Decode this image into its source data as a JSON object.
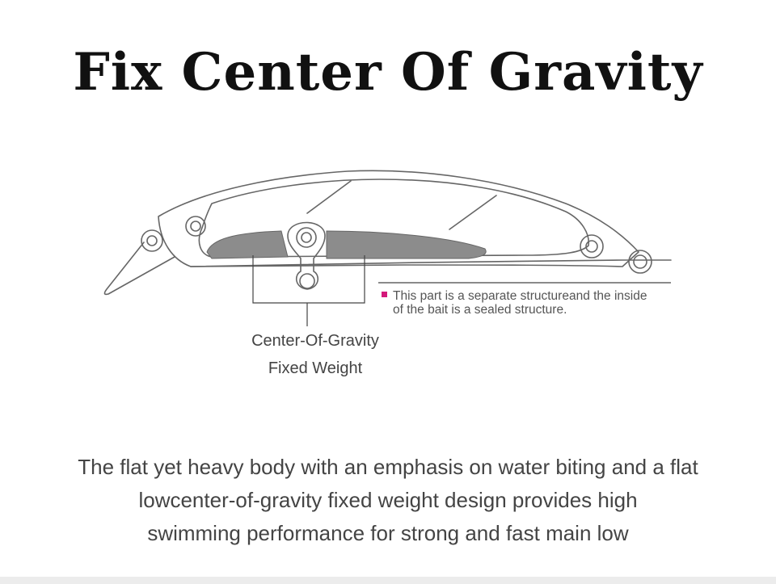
{
  "title": "Fix Center Of Gravity",
  "note": {
    "line1": "This part is a separate structureand the inside",
    "line2": "of the bait is a sealed structure.",
    "bullet_color": "#d4187a"
  },
  "weight_label": {
    "line1": "Center-Of-Gravity",
    "line2": "Fixed Weight"
  },
  "description": {
    "line1": "The flat yet heavy body with an emphasis on water biting and a flat",
    "line2": "lowcenter-of-gravity fixed weight design provides high",
    "line3": "swimming performance for strong and fast main low"
  }
}
